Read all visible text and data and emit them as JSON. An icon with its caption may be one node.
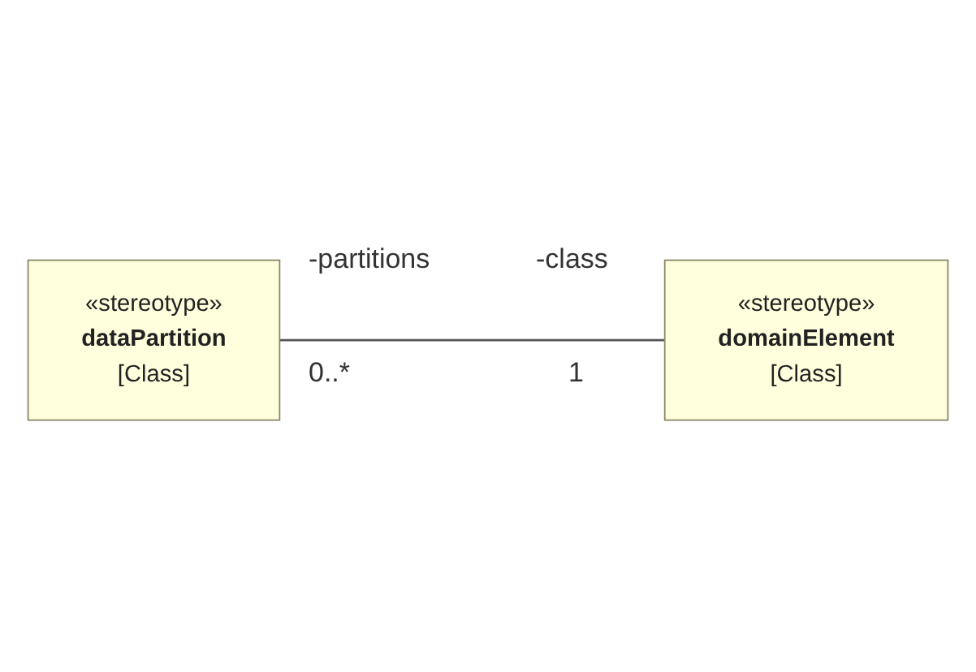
{
  "diagram": {
    "nodes": [
      {
        "text": [
          "«stereotype»",
          "dataPartition",
          "[Class]"
        ]
      },
      {
        "text": [
          "«stereotype»",
          "domainElement",
          "[Class]"
        ]
      }
    ],
    "edges": [
      {
        "from": 0,
        "to": 1,
        "arrow": "none"
      }
    ],
    "labels": [
      "-partitions",
      "0..*",
      "-class",
      "1"
    ]
  }
}
